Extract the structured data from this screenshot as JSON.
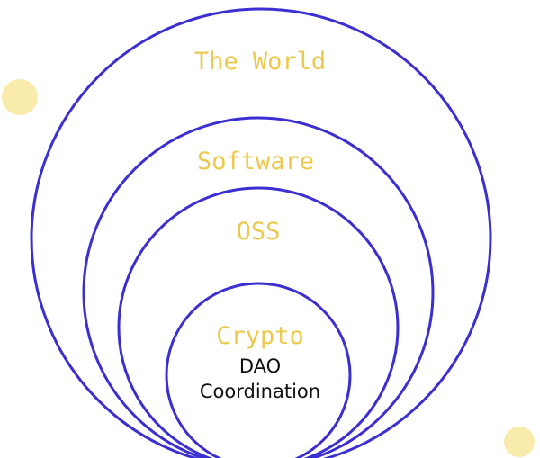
{
  "colors": {
    "circle_stroke": "#3b2fd2",
    "label": "#ecc94e",
    "dot": "#f8ebab",
    "subtext": "#111111"
  },
  "circles": [
    {
      "label": "The World"
    },
    {
      "label": "Software"
    },
    {
      "label": "OSS"
    },
    {
      "label": "Crypto",
      "sublabels": [
        "DAO",
        "Coordination"
      ]
    }
  ]
}
